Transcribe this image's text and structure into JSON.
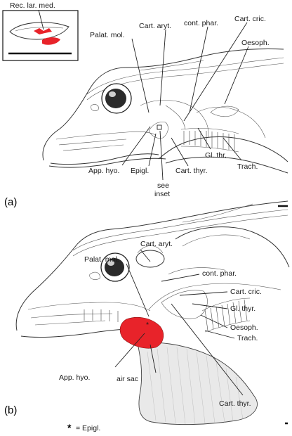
{
  "panel_a": {
    "letter": "(a)",
    "inset_label": "Rec. lar. med.",
    "labels": {
      "palat_mol": "Palat. mol.",
      "cart_aryt": "Cart. aryt.",
      "cont_phar": "cont. phar.",
      "cart_cric": "Cart. cric.",
      "oesoph": "Oesoph.",
      "app_hyo": "App. hyo.",
      "epigl": "Epigl.",
      "see": "see",
      "inset": "inset",
      "cart_thyr": "Cart. thyr.",
      "gl_thr": "Gl. thr.",
      "trach": "Trach."
    }
  },
  "panel_b": {
    "letter": "(b)",
    "labels": {
      "cart_aryt": "Cart. aryt.",
      "palat_mol": "Palat. mol.",
      "cont_phar": "cont. phar.",
      "cart_cric": "Cart. cric.",
      "gl_thyr": "Gl. thyr.",
      "oesoph": "Oesoph.",
      "trach": "Trach.",
      "app_hyo": "App. hyo.",
      "air_sac": "air sac",
      "cart_thyr": "Cart. thyr.",
      "epigl_mark": "*"
    },
    "footnote_star": "*",
    "footnote_text": "= Epigl."
  },
  "colors": {
    "highlight_red": "#e8232a",
    "outline": "#333333",
    "air_sac_fill": "#e9e9e9"
  }
}
